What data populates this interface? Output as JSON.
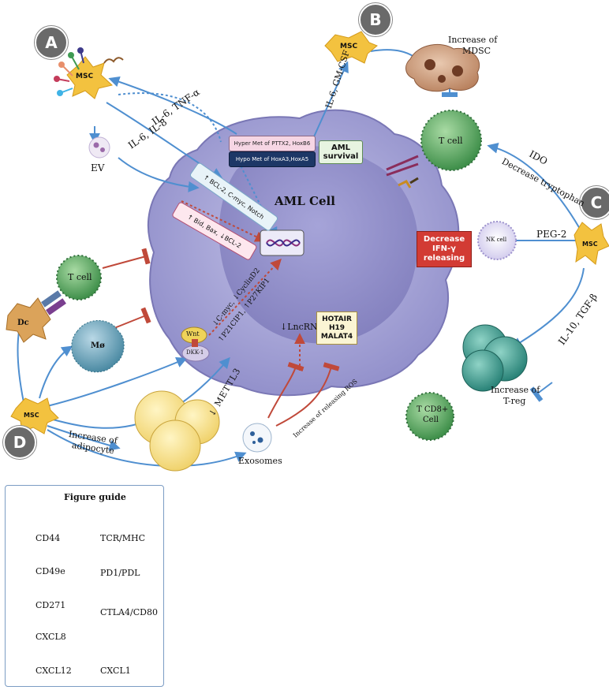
{
  "labels": {
    "section_a": "A",
    "section_b": "B",
    "section_c": "C",
    "section_d": "D",
    "msc": "MSC",
    "ev": "EV",
    "il6_tnfa": "IL-6, TNF-α",
    "il6_il8": "IL-6, IL-8",
    "hyper_met": "Hyper Met of PTTX2, HoxB6",
    "hypo_met": "Hypo Met of HoxA3,HoxA5",
    "aml_survival": "AML survival",
    "bcl2_cmyc_notch": "↑ BCL-2, C-myc, Notch",
    "bid_bax_bcl2": "↑ Bid, Bax, ↓BCL-2",
    "aml_cell": "AML Cell",
    "il6_gmcsf": "IL-6, GM-CSF",
    "increase_mdsc_1": "Increase of",
    "increase_mdsc_2": "MDSC",
    "t_cell": "T cell",
    "ido": "IDO",
    "decrease_tryptophan": "Decrease tryptophan",
    "decrease_ifn_1": "Decrease",
    "decrease_ifn_2": "IFN-γ",
    "decrease_ifn_3": "releasing",
    "nk_cell": "NK cell",
    "peg2": "PEG-2",
    "il10_tgfb": "IL-10, TGF-β",
    "increase_treg_1": "Increase of",
    "increase_treg_2": "T-reg",
    "tcd8_1": "T CD8+",
    "tcd8_2": "Cell",
    "dc": "Dc",
    "mphi": "Mø",
    "wnt": "Wnt",
    "dkk1": "DKK-1",
    "cmyc_cyclin": "↓C-myc, ↓CyclinD2",
    "p21_p27": "↑P21CIP1, ↑P27KIP1",
    "lncrna": "↓LncRNA",
    "hotair": "HOTAIR",
    "h19": "H19",
    "malat4": "MALAT4",
    "mettl3": "↓ METTL3",
    "increase_adipocyte_1": "Increase of",
    "increase_adipocyte_2": "adipocyte",
    "exosomes": "Exosomes",
    "increase_ros": "Increase of releasing ROS"
  },
  "legend": {
    "title": "Figure guide",
    "items": {
      "cd44": "CD44",
      "cd49e": "CD49e",
      "cd271": "CD271",
      "cxcl8": "CXCL8",
      "cxcl12": "CXCL12",
      "tcr_mhc": "TCR/MHC",
      "pd1_pdl": "PD1/PDL",
      "ctla4_cd80": "CTLA4/CD80",
      "cxcl1": "CXCL1"
    }
  },
  "colors": {
    "aml_cell": "#a9a7d6",
    "nucleus": "#8f8cc6",
    "msc": "#f3c23f",
    "t_cell": "#5fae66",
    "arrow_blue": "#4f8fd0",
    "inhibit_red": "#c0493a",
    "box_red": "#d23b34",
    "dark_navy": "#1d3766",
    "legend_border": "#7b9cc4"
  }
}
